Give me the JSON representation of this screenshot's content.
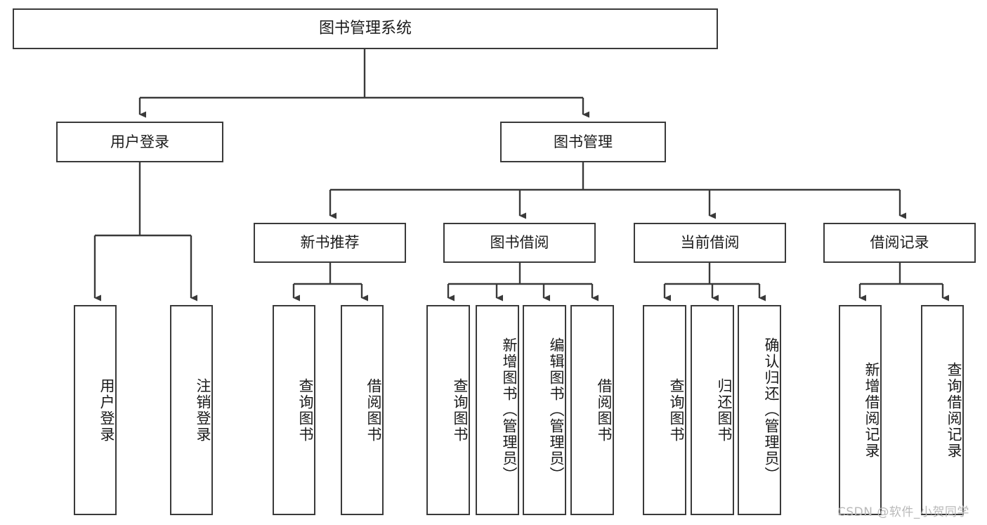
{
  "diagram": {
    "title": "图书管理系统",
    "watermark": "CSDN @软件_小贺同学",
    "line_color": "#3a3a3a",
    "box_fill": "#ffffff",
    "text_color": "#1b1b1b",
    "root": {
      "label": "图书管理系统"
    },
    "level2": [
      {
        "id": "user-login",
        "label": "用户登录"
      },
      {
        "id": "book-manage",
        "label": "图书管理"
      }
    ],
    "level3": [
      {
        "id": "new-book-recommend",
        "label": "新书推荐"
      },
      {
        "id": "book-borrow",
        "label": "图书借阅"
      },
      {
        "id": "current-borrow",
        "label": "当前借阅"
      },
      {
        "id": "borrow-record",
        "label": "借阅记录"
      }
    ],
    "leaves": {
      "user-login": [
        {
          "id": "leaf-user-login",
          "label": "用户登录"
        },
        {
          "id": "leaf-logout-login",
          "label": "注销登录"
        }
      ],
      "new-book-recommend": [
        {
          "id": "leaf-query-book-1",
          "label": "查询图书"
        },
        {
          "id": "leaf-borrow-book-1",
          "label": "借阅图书"
        }
      ],
      "book-borrow": [
        {
          "id": "leaf-query-book-2",
          "label": "查询图书"
        },
        {
          "id": "leaf-add-book",
          "label": "新增图书（管理员）"
        },
        {
          "id": "leaf-edit-book",
          "label": "编辑图书（管理员）"
        },
        {
          "id": "leaf-borrow-book-2",
          "label": "借阅图书"
        }
      ],
      "current-borrow": [
        {
          "id": "leaf-query-book-3",
          "label": "查询图书"
        },
        {
          "id": "leaf-return-book",
          "label": "归还图书"
        },
        {
          "id": "leaf-confirm-return",
          "label": "确认归还（管理员）"
        }
      ],
      "borrow-record": [
        {
          "id": "leaf-add-borrow-record",
          "label": "新增借阅记录"
        },
        {
          "id": "leaf-query-borrow-record",
          "label": "查询借阅记录"
        }
      ]
    }
  }
}
